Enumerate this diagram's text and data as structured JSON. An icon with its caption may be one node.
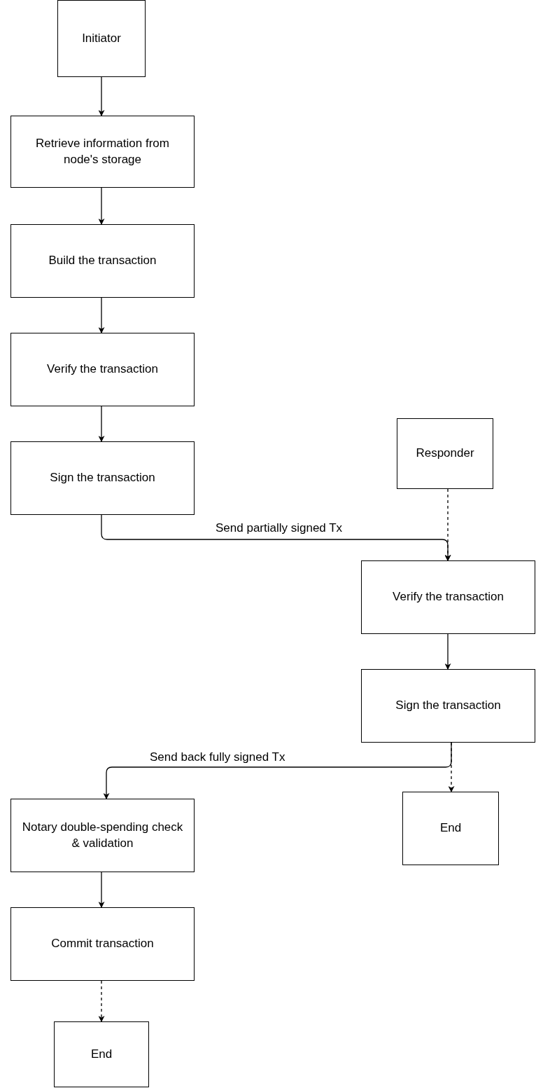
{
  "diagram": {
    "nodes": [
      {
        "text": [
          "Initiator"
        ]
      },
      {
        "text": [
          "Retrieve information from node's storage"
        ]
      },
      {
        "text": [
          "Build the transaction"
        ]
      },
      {
        "text": [
          "Verify the transaction"
        ]
      },
      {
        "text": [
          "Sign the transaction"
        ]
      },
      {
        "text": [
          "Responder"
        ]
      },
      {
        "text": [
          "Verify the transaction"
        ]
      },
      {
        "text": [
          "Sign the transaction"
        ]
      },
      {
        "text": [
          "End"
        ]
      },
      {
        "text": [
          "Notary double-spending check & validation"
        ]
      },
      {
        "text": [
          "Commit transaction"
        ]
      },
      {
        "text": [
          "End"
        ]
      }
    ],
    "edges": [
      {
        "from": 0,
        "to": 1,
        "arrow": "to"
      },
      {
        "from": 1,
        "to": 2,
        "arrow": "to"
      },
      {
        "from": 2,
        "to": 3,
        "arrow": "to"
      },
      {
        "from": 3,
        "to": 4,
        "arrow": "to"
      },
      {
        "from": 4,
        "to": 6,
        "arrow": "to",
        "label": "Send partially signed Tx"
      },
      {
        "from": 5,
        "to": 6,
        "arrow": "to",
        "style": "dashed"
      },
      {
        "from": 7,
        "to": 9,
        "arrow": "to",
        "label": "Send back fully signed Tx"
      },
      {
        "from": 7,
        "to": 8,
        "arrow": "to",
        "style": "dashed"
      },
      {
        "from": 6,
        "to": 7,
        "arrow": "to"
      },
      {
        "from": 9,
        "to": 10,
        "arrow": "to"
      },
      {
        "from": 10,
        "to": 11,
        "arrow": "to",
        "style": "dashed"
      }
    ]
  }
}
